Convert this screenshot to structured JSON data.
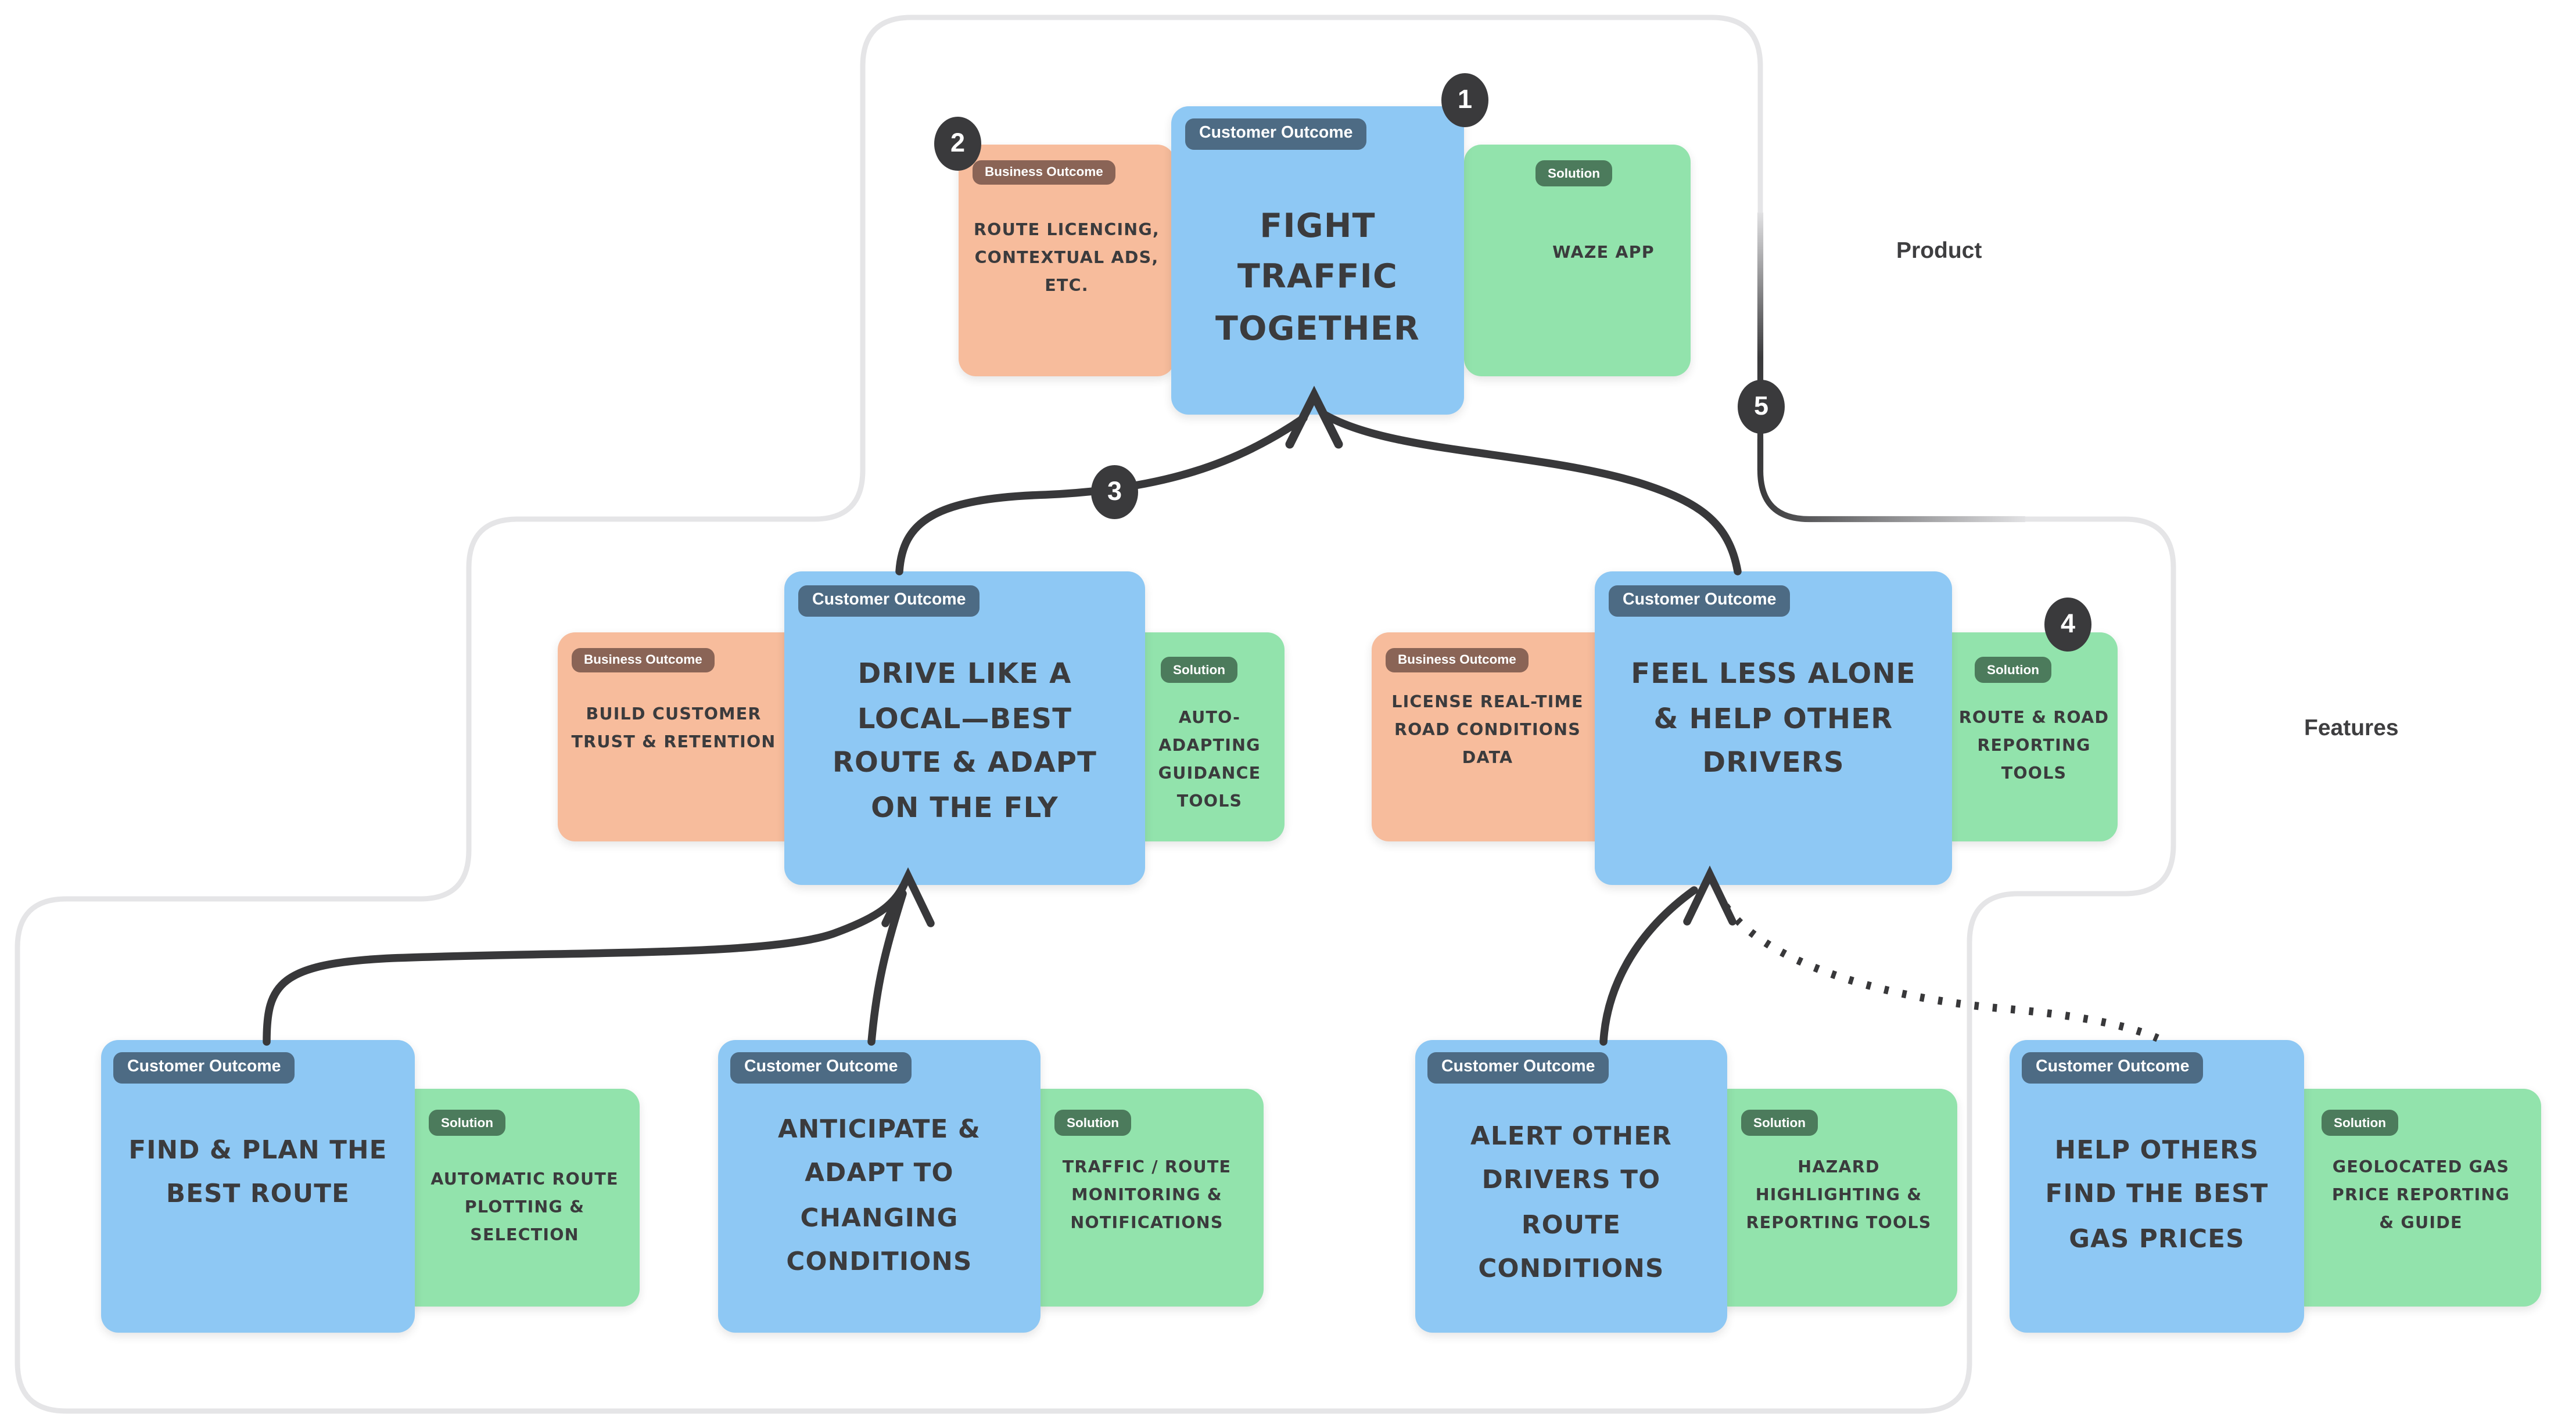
{
  "pills": {
    "customer_outcome": "Customer Outcome",
    "business_outcome": "Business Outcome",
    "solution": "Solution"
  },
  "labels": {
    "product": "Product",
    "features": "Features"
  },
  "badges": {
    "b1": "1",
    "b2": "2",
    "b3": "3",
    "b4": "4",
    "b5": "5"
  },
  "tree": {
    "root": {
      "outcome": "Fight Traffic Together",
      "business_outcome": "Route Licencing, Contextual Ads, Etc.",
      "solution": "Waze App"
    },
    "outcomes": [
      {
        "outcome": "Drive Like a Local—Best Route & Adapt on the Fly",
        "business_outcome": "Build Customer Trust & Retention",
        "solution": "Auto-Adapting Guidance Tools"
      },
      {
        "outcome": "Feel Less Alone & Help Other Drivers",
        "business_outcome": "License Real-Time Road Conditions Data",
        "solution": "Route & Road Reporting Tools"
      }
    ],
    "subs": [
      {
        "outcome": "Find & Plan the Best Route",
        "solution": "Automatic Route Plotting & Selection"
      },
      {
        "outcome": "Anticipate & Adapt to Changing Conditions",
        "solution": "Traffic / Route Monitoring & Notifications"
      },
      {
        "outcome": "Alert Other Drivers to Route Conditions",
        "solution": "Hazard Highlighting & Reporting Tools"
      },
      {
        "outcome": "Help Others Find the Best Gas Prices",
        "solution": "Geolocated Gas Price Reporting & Guide"
      }
    ]
  },
  "colors": {
    "customer_outcome_card": "#8EC8F4",
    "business_outcome_card": "#F7BC9C",
    "solution_card": "#92E3AC",
    "customer_outcome_pill": "#4D6B84",
    "business_outcome_pill": "#8A6456",
    "solution_pill": "#4C7B5C",
    "badge": "#3A3A3C",
    "outline": "#E5E5E7",
    "arrow": "#38383A",
    "text": "#3B3B3D"
  }
}
